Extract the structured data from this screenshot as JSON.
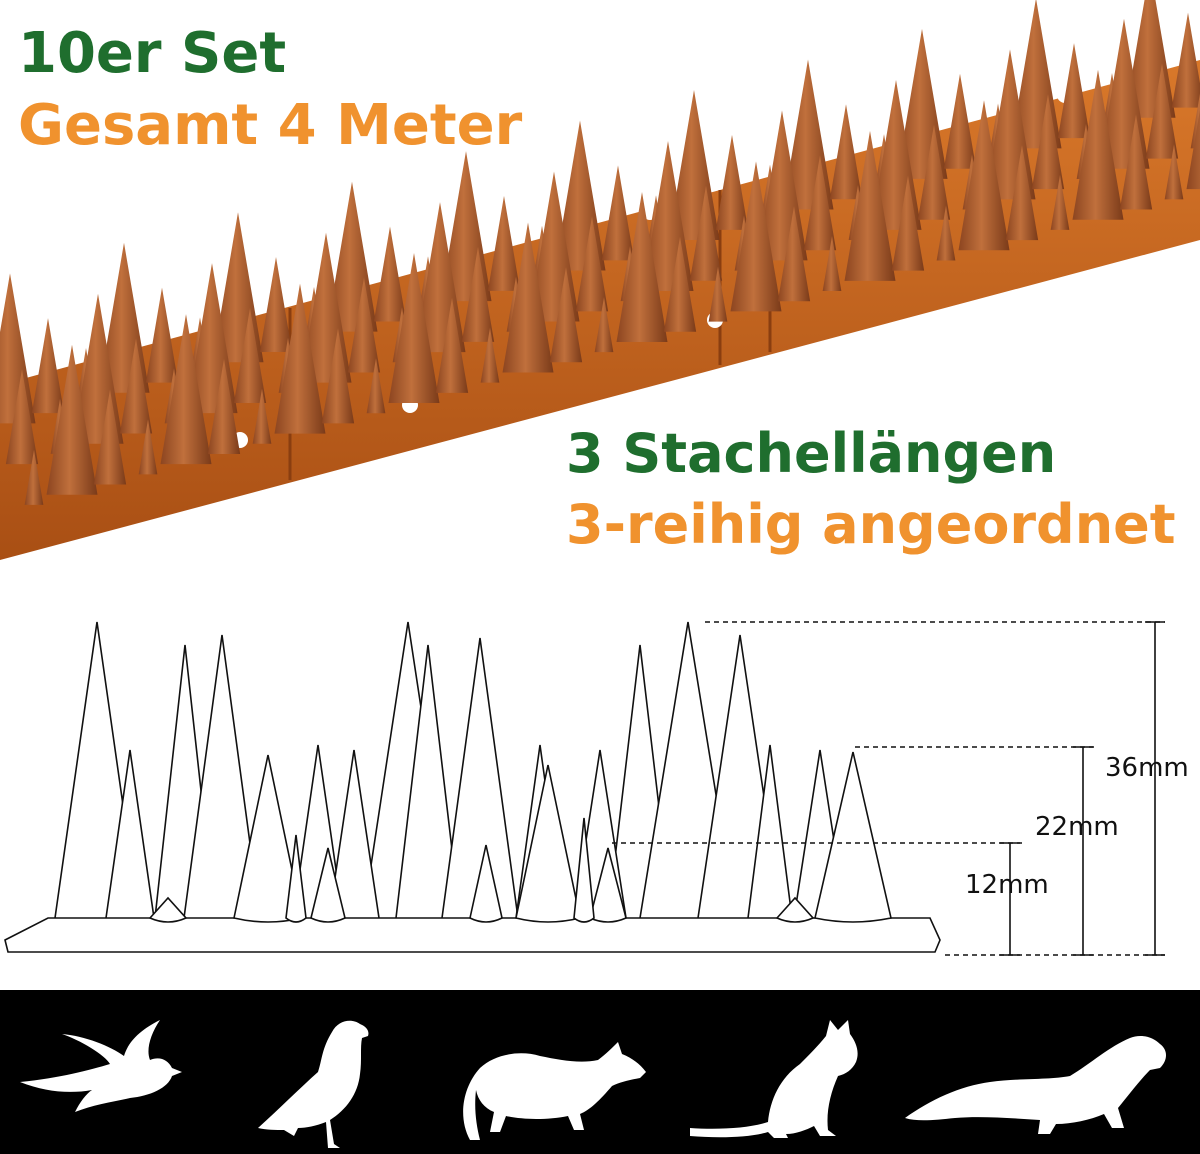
{
  "headline": {
    "set_count": "10er Set",
    "total_length": "Gesamt 4 Meter",
    "spike_lengths": "3 Stachellängen",
    "arrangement": "3-reihig angeordnet"
  },
  "dimensions": {
    "tall": "36mm",
    "medium": "22mm",
    "short": "12mm"
  },
  "animals": [
    "bird-icon",
    "pigeon-icon",
    "marten-icon",
    "cat-icon",
    "ferret-icon"
  ],
  "colors": {
    "green": "#1f6e2e",
    "orange": "#f0922e",
    "spike_brown": "#b0582a",
    "base_brown": "#c9651f"
  }
}
